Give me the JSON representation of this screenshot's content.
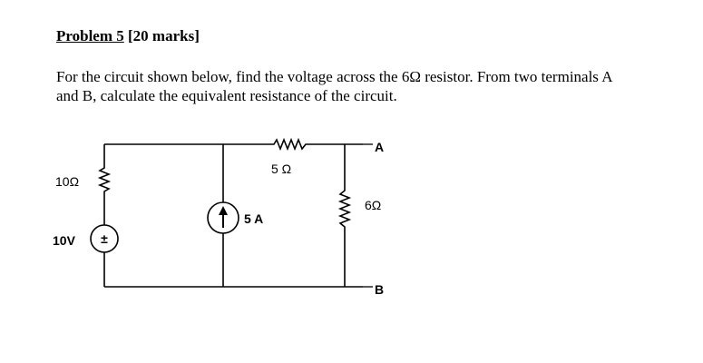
{
  "heading": {
    "problem": "Problem 5",
    "marks": " [20 marks]"
  },
  "statement": {
    "line1": "For the circuit shown below, find the voltage across the 6Ω resistor. From two terminals A",
    "line2": "and B, calculate the equivalent resistance of the circuit."
  },
  "circuit": {
    "labels": {
      "r1": "10Ω",
      "v1": "10V",
      "i1": "5 A",
      "r2": "5 Ω",
      "r3": "6Ω",
      "terminal_a": "A",
      "terminal_b": "B",
      "voltage_polarity": "±"
    }
  }
}
